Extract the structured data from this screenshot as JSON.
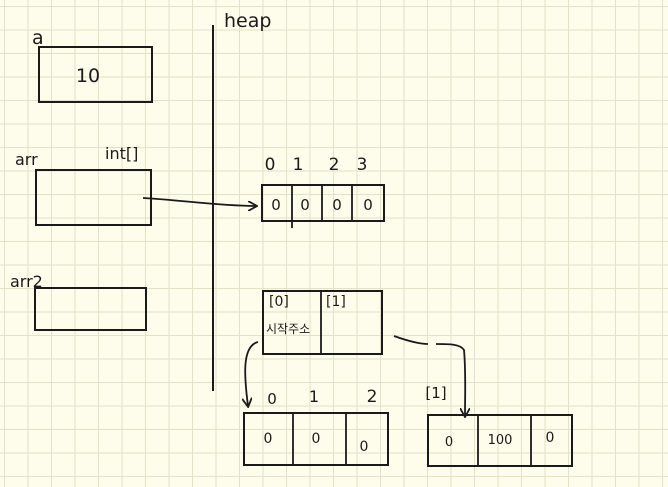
{
  "stack": {
    "var_a": {
      "name": "a",
      "value": "10"
    },
    "var_arr": {
      "name": "arr",
      "type": "int[]"
    },
    "var_arr2": {
      "name": "arr2"
    }
  },
  "heap": {
    "label": "heap",
    "arr_block": {
      "indices": [
        "0",
        "1",
        "2",
        "3"
      ],
      "values": [
        "0",
        "0",
        "0",
        "0"
      ]
    },
    "arr2_block": {
      "cell0_index": "[0]",
      "cell0_note": "시작주소",
      "cell1_index": "[1]"
    },
    "row0_array": {
      "indices": [
        "0",
        "1",
        "2"
      ],
      "values": [
        "0",
        "0",
        "0"
      ]
    },
    "row1_array": {
      "label": "[1]",
      "values": [
        "0",
        "100",
        "0"
      ]
    }
  },
  "colors": {
    "ink": "#1a1a1a",
    "paper": "#fefcea",
    "grid": "#e3e1c8"
  }
}
